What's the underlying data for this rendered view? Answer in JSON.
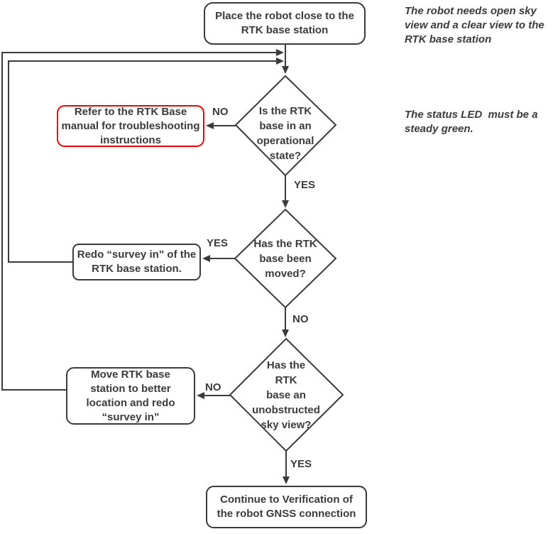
{
  "flowchart": {
    "nodes": {
      "start": {
        "text": "Place the robot close to the\nRTK base station"
      },
      "decision1": {
        "text": "Is the RTK\nbase in an\noperational\nstate?"
      },
      "error": {
        "text": "Refer to the RTK Base\nmanual for troubleshooting\ninstructions"
      },
      "decision2": {
        "text": "Has the RTK\nbase been\nmoved?"
      },
      "redo": {
        "text": "Redo “survey in” of the\nRTK base station."
      },
      "decision3": {
        "text": "Has the\nRTK\nbase an\nunobstructed\nsky view?"
      },
      "move": {
        "text": "Move RTK base\nstation to better\nlocation and redo\n“survey in”"
      },
      "end": {
        "text": "Continue to Verification of\nthe robot GNSS connection"
      }
    },
    "edge_labels": {
      "no1": "NO",
      "yes1": "YES",
      "yes2": "YES",
      "no2": "NO",
      "no3": "NO",
      "yes3": "YES"
    },
    "notes": {
      "sky_view": "The robot needs open sky\nview and a clear view to the\nRTK base station",
      "status_led": "The status LED  must be a\nsteady green."
    },
    "colors": {
      "line": "#3b3b3b",
      "error_border": "#ee0000",
      "background": "#ffffff"
    }
  }
}
